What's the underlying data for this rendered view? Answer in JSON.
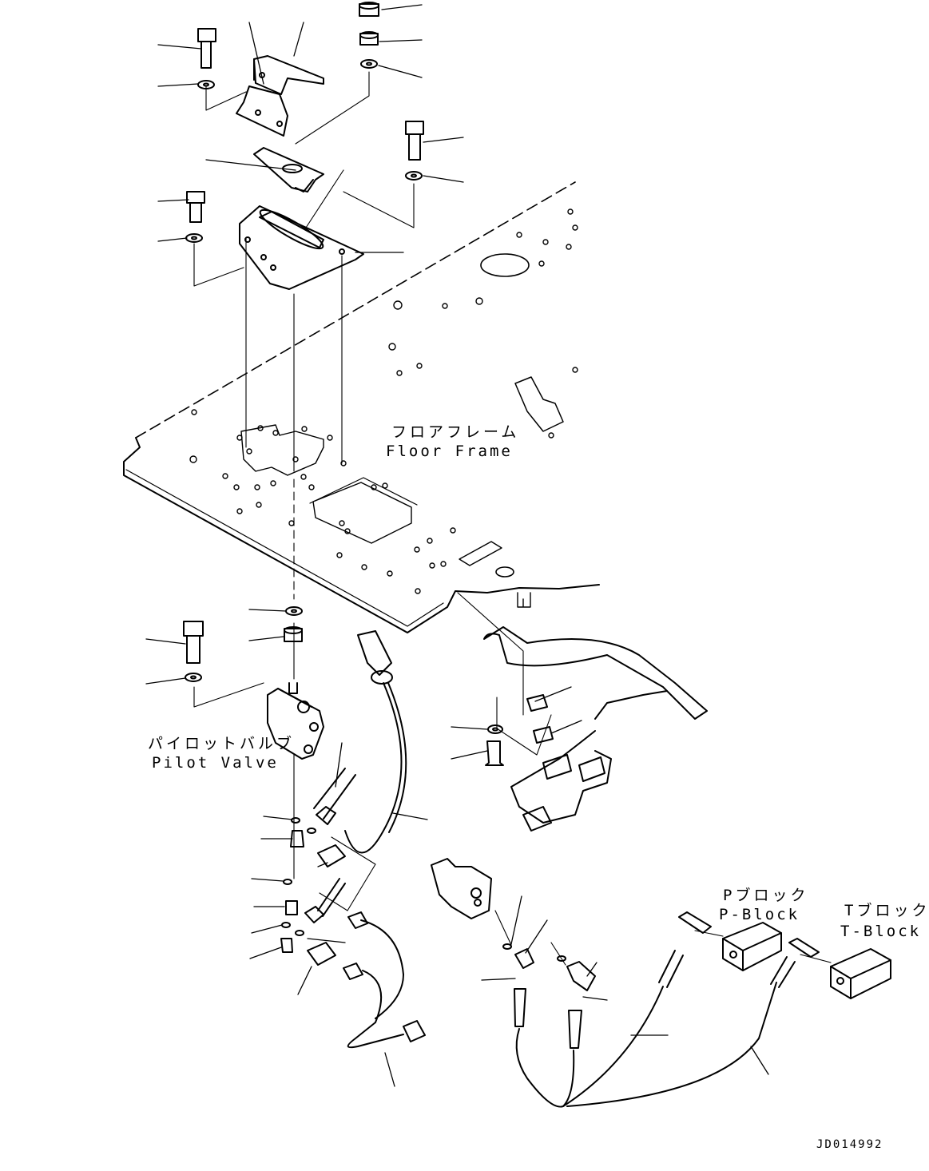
{
  "labels": {
    "floor_frame_jp": "フロアフレーム",
    "floor_frame_en": "Floor Frame",
    "pilot_valve_jp": "パイロットバルブ",
    "pilot_valve_en": "Pilot Valve",
    "p_block_jp": "Pブロック",
    "p_block_en": "P-Block",
    "t_block_jp": "Tブロック",
    "t_block_en": "T-Block",
    "drawing_code": "JD014992"
  },
  "colors": {
    "ink": "#000000",
    "paper": "#ffffff"
  }
}
